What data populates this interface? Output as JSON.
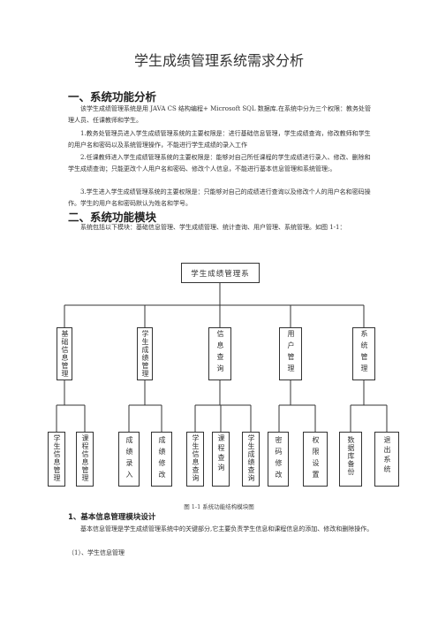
{
  "doc": {
    "title": "学生成绩管理系统需求分析",
    "section1": {
      "heading": "一、系统功能分析",
      "p1": "该学生成绩管理系统是用 JAVA CS 结构编程+ Microsoft SQL 数据库.在系统中分为三个权限：教务处管理人员、任课教师和学生。",
      "p2": "1.教务处管理员进入学生成绩管理系统的主要权限是：进行基础信息管理，学生成绩查询，修改教师和学生的用户名和密码以及系统管理操作，不能进行学生成绩的录入工作",
      "p3": "2.任课教师进入学生成绩管理系统的主要权限是：能够对自己所任课程的学生成绩进行录入、修改、删除和学生成绩查询；只能更改个人用户名和密码、修改个人信息，不能进行基本信息管理和系统管理;。",
      "p4": "3.学生进入学生成绩管理系统的主要权限是：只能够对自己的成绩进行查询以及修改个人的用户名和密码操作。学生的用户名和密码默认为姓名和学号。"
    },
    "section2": {
      "heading": "二、系统功能模块",
      "p1": "系统包括以下模块：基础信息管理、学生成绩管理、统计查询、用户管理、系统管理。如图 1-1："
    },
    "diagram": {
      "root": "学生成绩管理系",
      "level2": [
        "基础信息管理",
        "学生成绩管理",
        "信息查询",
        "用户管理",
        "系统管理"
      ],
      "level3": [
        "学生信息管理",
        "课程信息管理",
        "成绩录入",
        "成绩修改",
        "学生信息查询",
        "课程查询",
        "学生成绩查询",
        "密码修改",
        "权限设置",
        "数据库备份",
        "退出系统"
      ]
    },
    "caption": "图 1-1 系统功能结构模块图",
    "subsection": {
      "heading": "1、基本信息管理模块设计",
      "p1": "基本信息管理是学生成绩管理系统中的关键部分,它主要负责学生信息和课程信息的添加、修改和删除操作。",
      "item": "（1）、学生信息管理"
    }
  }
}
